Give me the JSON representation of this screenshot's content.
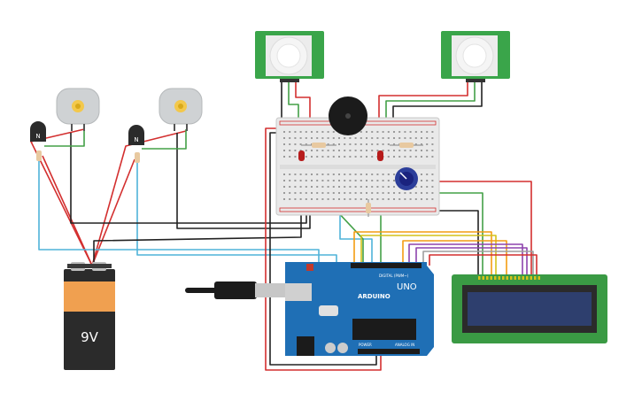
{
  "battery": {
    "label": "9V",
    "color": "#f0a050"
  },
  "transistors": [
    {
      "label": "N"
    },
    {
      "label": "N"
    }
  ],
  "arduino": {
    "brand": "ARDUINO",
    "model": "UNO",
    "digital_label": "DIGITAL (PWM~)",
    "power_label": "POWER",
    "analog_label": "ANALOG IN",
    "color": "#1f6fb5"
  },
  "wire_colors": {
    "red": "#d32f2f",
    "black": "#222222",
    "green": "#43a047",
    "cyan": "#4fb3d9",
    "orange": "#f39c12",
    "yellow": "#d4c21a",
    "purple": "#8e44ad",
    "grey": "#9e9e9e"
  },
  "components": {
    "motors": 2,
    "pir_sensors": 2,
    "buzzer": 1,
    "potentiometer": 1,
    "lcd": 1,
    "breadboard": 1,
    "leds": 2
  }
}
